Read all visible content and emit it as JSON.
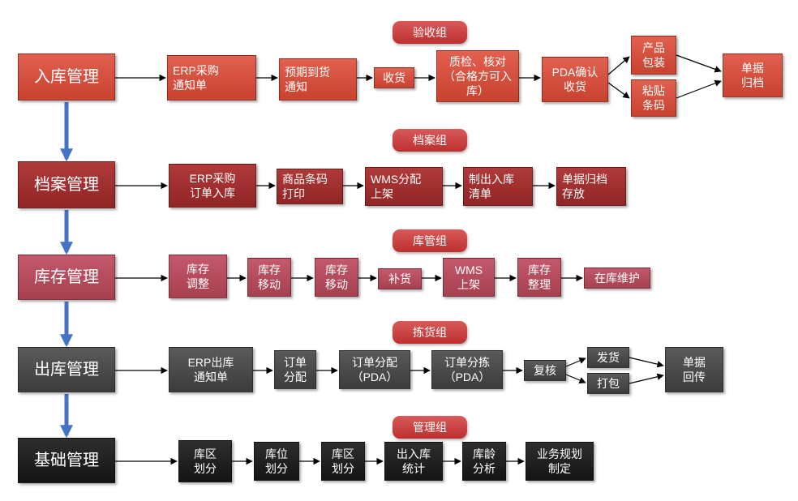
{
  "colors": {
    "inbound": "#d4503d",
    "archive": "#a12e2e",
    "inventory": "#b54b5e",
    "outbound": "#4a4a4a",
    "basic": "#1f1f1f",
    "group_badge": "#cf4545",
    "flow_arrow": "#4472c4"
  },
  "rows": [
    {
      "main": "入库管理",
      "group": "验收组",
      "steps": [
        "ERP采购\n通知单",
        "预期到货\n通知",
        "收货",
        "质检、核对\n（合格方可入\n库）",
        "PDA确认\n收货",
        "产品\n包装",
        "粘贴\n条码",
        "单据\n归档"
      ]
    },
    {
      "main": "档案管理",
      "group": "档案组",
      "steps": [
        "ERP采购\n订单入库",
        "商品条码\n打印",
        "WMS分配\n上架",
        "制出入库\n清单",
        "单据归档\n存放"
      ]
    },
    {
      "main": "库存管理",
      "group": "库管组",
      "steps": [
        "库存\n调整",
        "库存\n移动",
        "库存\n移动",
        "补货",
        "WMS\n上架",
        "库存\n整理",
        "在库维护"
      ]
    },
    {
      "main": "出库管理",
      "group": "拣货组",
      "steps": [
        "ERP出库\n通知单",
        "订单\n分配",
        "订单分配\n（PDA）",
        "订单分拣\n（PDA）",
        "复核",
        "发货",
        "打包",
        "单据\n回传"
      ]
    },
    {
      "main": "基础管理",
      "group": "管理组",
      "steps": [
        "库区\n划分",
        "库位\n划分",
        "库区\n划分",
        "出入库\n统计",
        "库龄\n分析",
        "业务规划\n制定"
      ]
    }
  ]
}
